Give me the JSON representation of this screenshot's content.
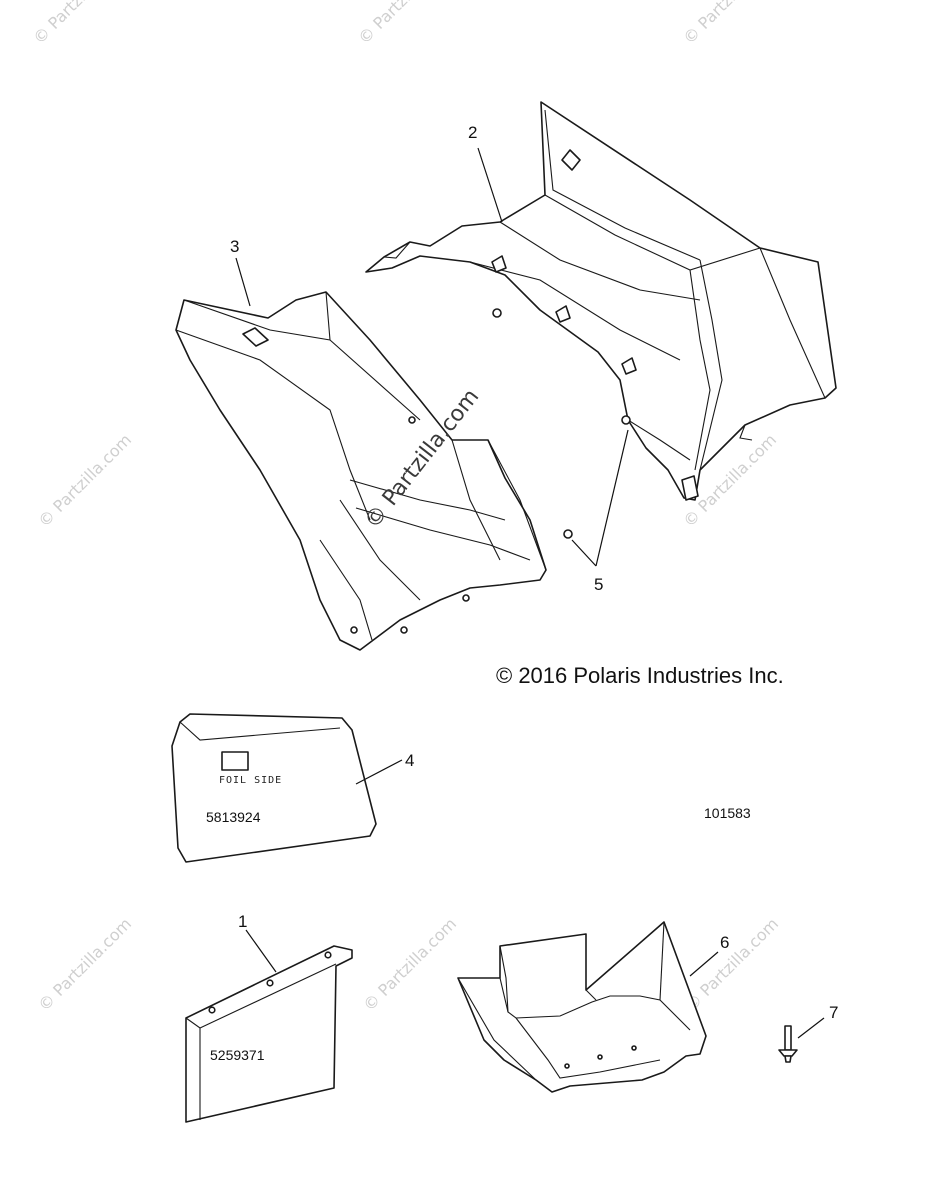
{
  "copyright": "© 2016 Polaris Industries Inc.",
  "diagram_number": "101583",
  "watermark": "© Partzilla.com",
  "callouts": [
    "1",
    "2",
    "3",
    "4",
    "5",
    "6",
    "7"
  ],
  "part_labels": {
    "foil_side": "FOIL SIDE",
    "part_4_number": "5813924",
    "part_1_number": "5259371"
  }
}
